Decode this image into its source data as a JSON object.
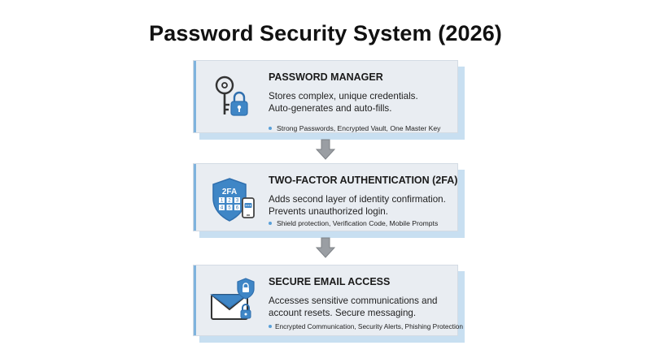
{
  "title": "Password Security System (2026)",
  "cards": [
    {
      "heading": "PASSWORD MANAGER",
      "desc_lines": [
        "Stores complex, unique credentials.",
        "Auto-generates and auto-fills."
      ],
      "tags": "Strong Passwords,  Encrypted Vault,  One Master Key",
      "icon": "key-lock-icon"
    },
    {
      "heading": "TWO-FACTOR AUTHENTICATION (2FA)",
      "desc_lines": [
        "Adds second layer of identity confirmation.",
        "Prevents unauthorized login."
      ],
      "tags": "Shield protection,  Verification Code,  Mobile Prompts",
      "icon": "shield-2fa-icon",
      "icon_text": "2FA",
      "keypad": [
        "1",
        "2",
        "3",
        "4",
        "5",
        "6"
      ]
    },
    {
      "heading": "SECURE EMAIL ACCESS",
      "desc_lines": [
        "Accesses sensitive communications and",
        "account resets. Secure messaging."
      ],
      "tags": "Encrypted Communication, Security Alerts, Phishing Protection",
      "icon": "envelope-shield-icon"
    }
  ],
  "colors": {
    "card_bg": "#e9edf2",
    "card_shadow": "#c8dff1",
    "accent": "#7fb3dd",
    "icon_blue": "#3f86c6",
    "arrow": "#9a9ea3"
  }
}
